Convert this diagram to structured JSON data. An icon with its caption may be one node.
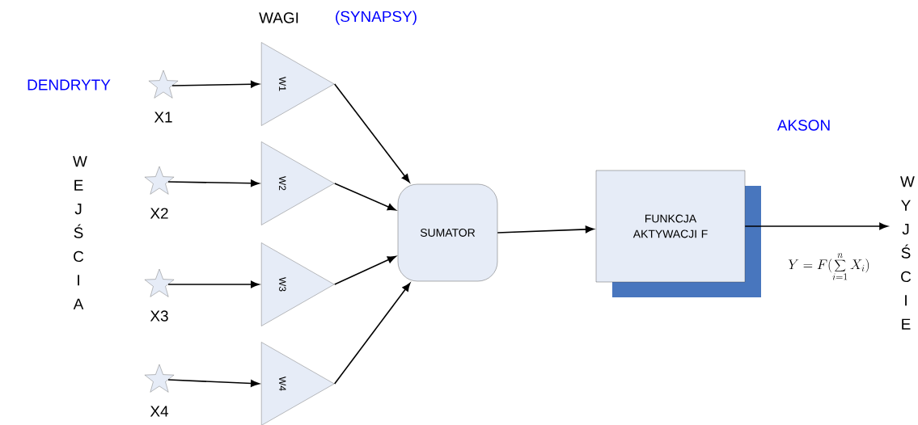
{
  "diagram": {
    "nodes": [
      {
        "text": [],
        "shape": "star",
        "beside": [
          "X1"
        ]
      },
      {
        "text": [],
        "shape": "star",
        "beside": [
          "X2"
        ]
      },
      {
        "text": [],
        "shape": "star",
        "beside": [
          "X3"
        ]
      },
      {
        "text": [],
        "shape": "star",
        "beside": [
          "X4"
        ]
      },
      {
        "text": [
          "W1"
        ]
      },
      {
        "text": [
          "W2"
        ]
      },
      {
        "text": [
          "W3"
        ]
      },
      {
        "text": [
          "W4"
        ]
      },
      {
        "text": [
          "SUMATOR"
        ]
      },
      {
        "text": [
          "FUNKCJA AKTYWACJI F"
        ]
      }
    ],
    "edges": [
      {
        "from": 0,
        "to": 4,
        "arrow": "to"
      },
      {
        "from": 1,
        "to": 5,
        "arrow": "to"
      },
      {
        "from": 2,
        "to": 6,
        "arrow": "to"
      },
      {
        "from": 3,
        "to": 7,
        "arrow": "to"
      },
      {
        "from": 4,
        "to": 8,
        "arrow": "to"
      },
      {
        "from": 5,
        "to": 8,
        "arrow": "to"
      },
      {
        "from": 6,
        "to": 8,
        "arrow": "to"
      },
      {
        "from": 7,
        "to": 8,
        "arrow": "to"
      },
      {
        "from": 8,
        "to": 9,
        "arrow": "to"
      },
      {
        "from": 9,
        "to": null,
        "arrow": "to"
      }
    ],
    "labels": [
      "WAGI",
      "(SYNAPSY)",
      "DENDRYTY",
      "W E J Ś C I A",
      "AKSON",
      "W Y J Ś C I E",
      "Y = F(\\sum_{i=1}^{n} X_i)"
    ]
  }
}
